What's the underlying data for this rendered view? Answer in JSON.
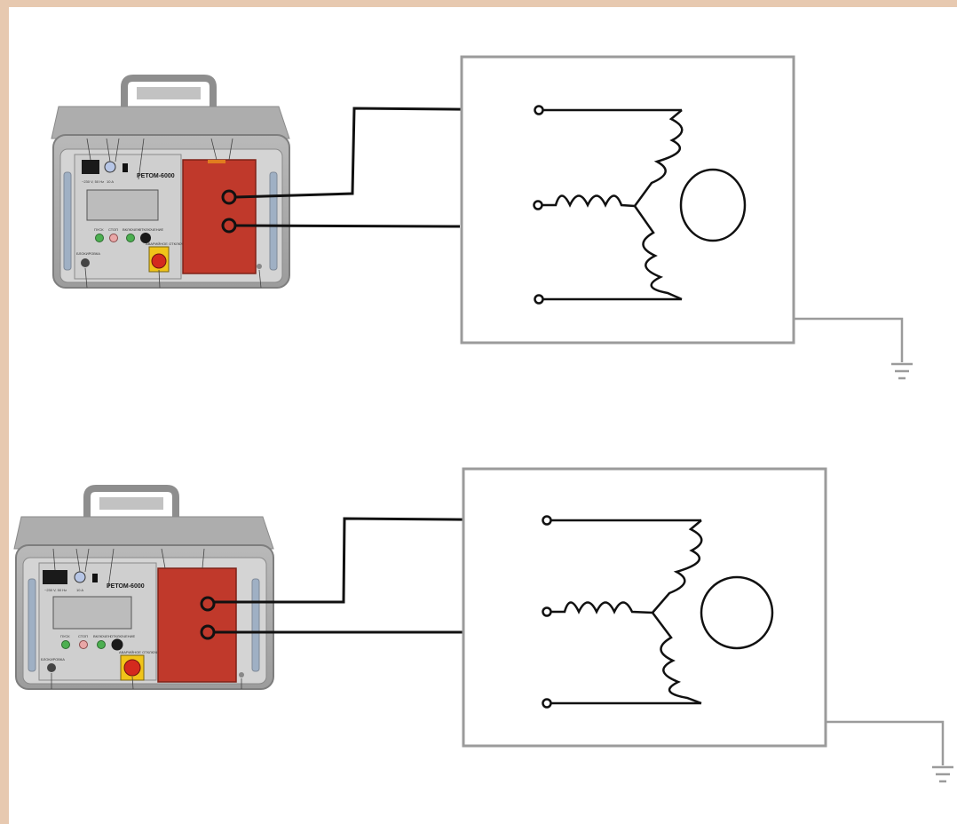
{
  "devices": [
    {
      "model": "РЕТОМ-6000",
      "socket_label": "~230 V, 50 Hz",
      "fuse_label": "10 A",
      "button_labels": [
        "ПУСК",
        "СТОП",
        "ВКЛЮЧЕН",
        "ОТКЛЮЧЕНИЕ"
      ],
      "stop_label": "АВАРИЙНОЕ ОТКЛЮЧЕНИЕ",
      "connector_label": "БЛОКИРОВКА"
    },
    {
      "model": "РЕТОМ-6000",
      "socket_label": "~230 V, 50 Hz",
      "fuse_label": "10 A",
      "button_labels": [
        "ПУСК",
        "СТОП",
        "ВКЛЮЧЕН",
        "ОТКЛЮЧЕНИЕ"
      ],
      "stop_label": "АВАРИЙНОЕ ОТКЛЮЧЕНИЕ",
      "connector_label": "БЛОКИРОВКА"
    }
  ],
  "colors": {
    "wire": "#111111",
    "frame": "#9b9b9b",
    "ground": "#9b9b9b",
    "output_panel": "#c0392b",
    "case": "#a9a9a9",
    "background": "#e7c9b0"
  },
  "icons": [
    "ground-icon",
    "coil-icon",
    "rotor-icon",
    "terminal-icon"
  ]
}
